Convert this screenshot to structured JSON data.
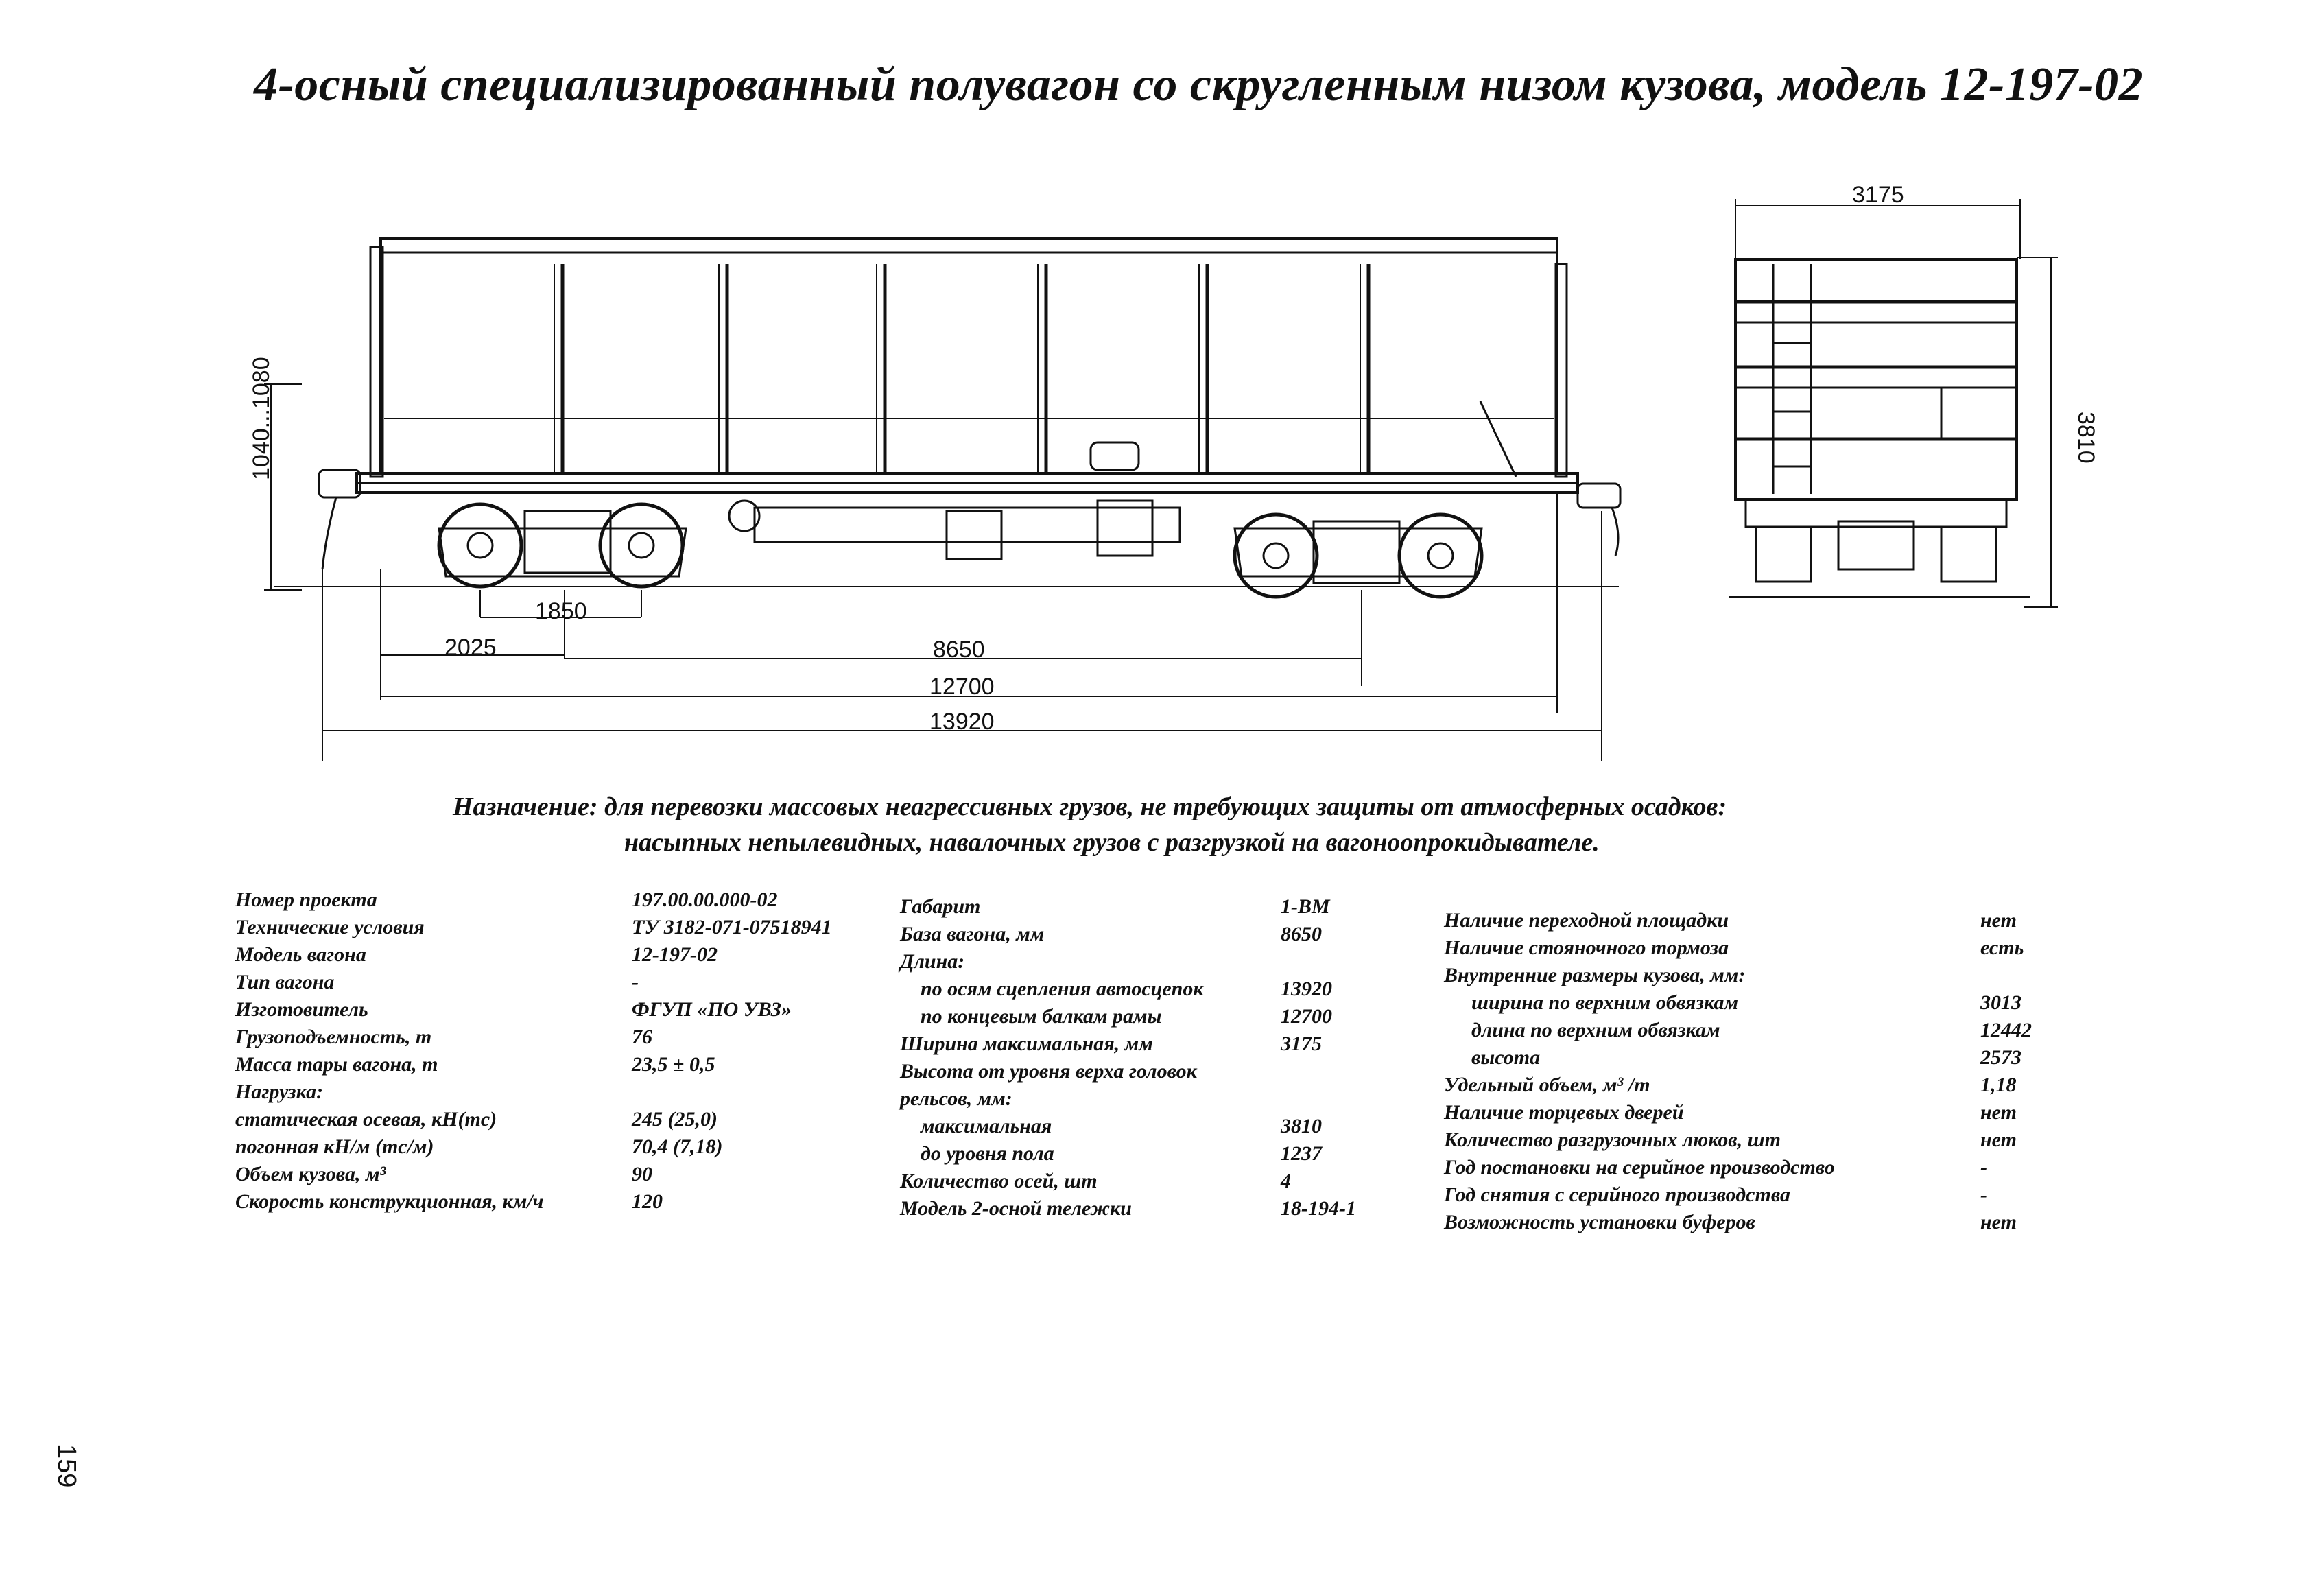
{
  "title": "4-осный  специализированный полувагон со скругленным низом кузова,  модель 12-197-02",
  "purpose": {
    "line1": "Назначение: для перевозки массовых неагрессивных грузов, не требующих защиты от атмосферных осадков:",
    "line2": "насыпных непылевидных, навалочных грузов с разгрузкой на вагоноопрокидывателе."
  },
  "dimensions": {
    "height_range": "1040...1080",
    "bogie_base": "1850",
    "overhang": "2025",
    "wagon_base": "8650",
    "frame_length": "12700",
    "coupler_length": "13920",
    "width": "3175",
    "height": "3810"
  },
  "spec_left": [
    {
      "label": "Номер проекта",
      "value": "197.00.00.000-02"
    },
    {
      "label": "Технические условия",
      "value": "ТУ 3182-071-07518941"
    },
    {
      "label": "Модель вагона",
      "value": "12-197-02"
    },
    {
      "label": "Тип вагона",
      "value": "-"
    },
    {
      "label": "Изготовитель",
      "value": "ФГУП «ПО УВЗ»"
    },
    {
      "label": "Грузоподъемность, т",
      "value": "76"
    },
    {
      "label": "Масса тары вагона, т",
      "value": "23,5 ± 0,5"
    },
    {
      "label": "Нагрузка:",
      "value": ""
    },
    {
      "label": "статическая осевая, кН(тс)",
      "value": "245 (25,0)"
    },
    {
      "label": "погонная кН/м (тс/м)",
      "value": "70,4 (7,18)"
    },
    {
      "label": "Объем кузова, м³",
      "value": "90"
    },
    {
      "label": "Скорость конструкционная, км/ч",
      "value": "120"
    }
  ],
  "spec_mid": [
    {
      "label": "Габарит",
      "value": "1-ВМ"
    },
    {
      "label": "База вагона, мм",
      "value": "8650"
    },
    {
      "label": "Длина:",
      "value": ""
    },
    {
      "label": "по осям сцепления автосцепок",
      "value": "13920"
    },
    {
      "label": "по концевым балкам рамы",
      "value": "12700"
    },
    {
      "label": "Ширина максимальная, мм",
      "value": "3175"
    },
    {
      "label": "Высота от уровня верха головок",
      "value": ""
    },
    {
      "label": "рельсов, мм:",
      "value": ""
    },
    {
      "label": "максимальная",
      "value": "3810"
    },
    {
      "label": "до уровня пола",
      "value": "1237"
    },
    {
      "label": "Количество осей, шт",
      "value": "4"
    },
    {
      "label": "Модель 2-осной тележки",
      "value": "18-194-1"
    }
  ],
  "spec_right": [
    {
      "label": "Наличие переходной площадки",
      "value": "нет"
    },
    {
      "label": "Наличие стояночного тормоза",
      "value": "есть"
    },
    {
      "label": "Внутренние размеры кузова, мм:",
      "value": ""
    },
    {
      "label": "ширина по верхним обвязкам",
      "value": "3013"
    },
    {
      "label": "длина по верхним обвязкам",
      "value": "12442"
    },
    {
      "label": "высота",
      "value": "2573"
    },
    {
      "label": "Удельный объем, м³ /т",
      "value": "1,18"
    },
    {
      "label": "Наличие торцевых дверей",
      "value": "нет"
    },
    {
      "label": "Количество разгрузочных люков, шт",
      "value": "нет"
    },
    {
      "label": "Год постановки на серийное производство",
      "value": "-"
    },
    {
      "label": "Год снятия с серийного производства",
      "value": "-"
    },
    {
      "label": "Возможность установки буферов",
      "value": "нет"
    }
  ],
  "page_number": "159"
}
